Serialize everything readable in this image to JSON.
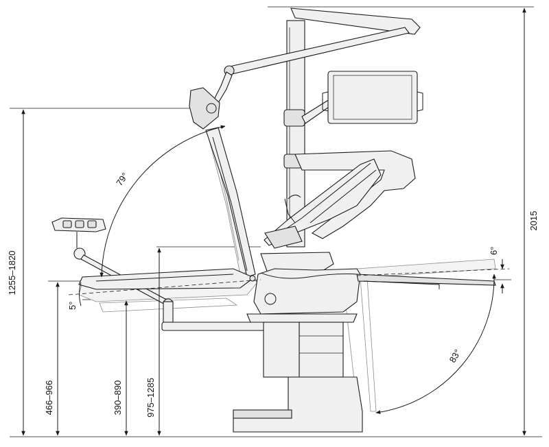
{
  "dimensions": {
    "total_height": "2015",
    "lamp_height": "1255–1820",
    "armrest_height": "466–966",
    "seat_height": "390–890",
    "backrest_pivot_height": "975–1285"
  },
  "angles": {
    "backrest": "79°",
    "headrest_tilt": "5°",
    "seat_tilt": "6°",
    "legrest": "83°"
  },
  "colors": {
    "line": "#1a1a1a",
    "ghost": "#8a8a8a",
    "fill": "#f0f0f0"
  }
}
